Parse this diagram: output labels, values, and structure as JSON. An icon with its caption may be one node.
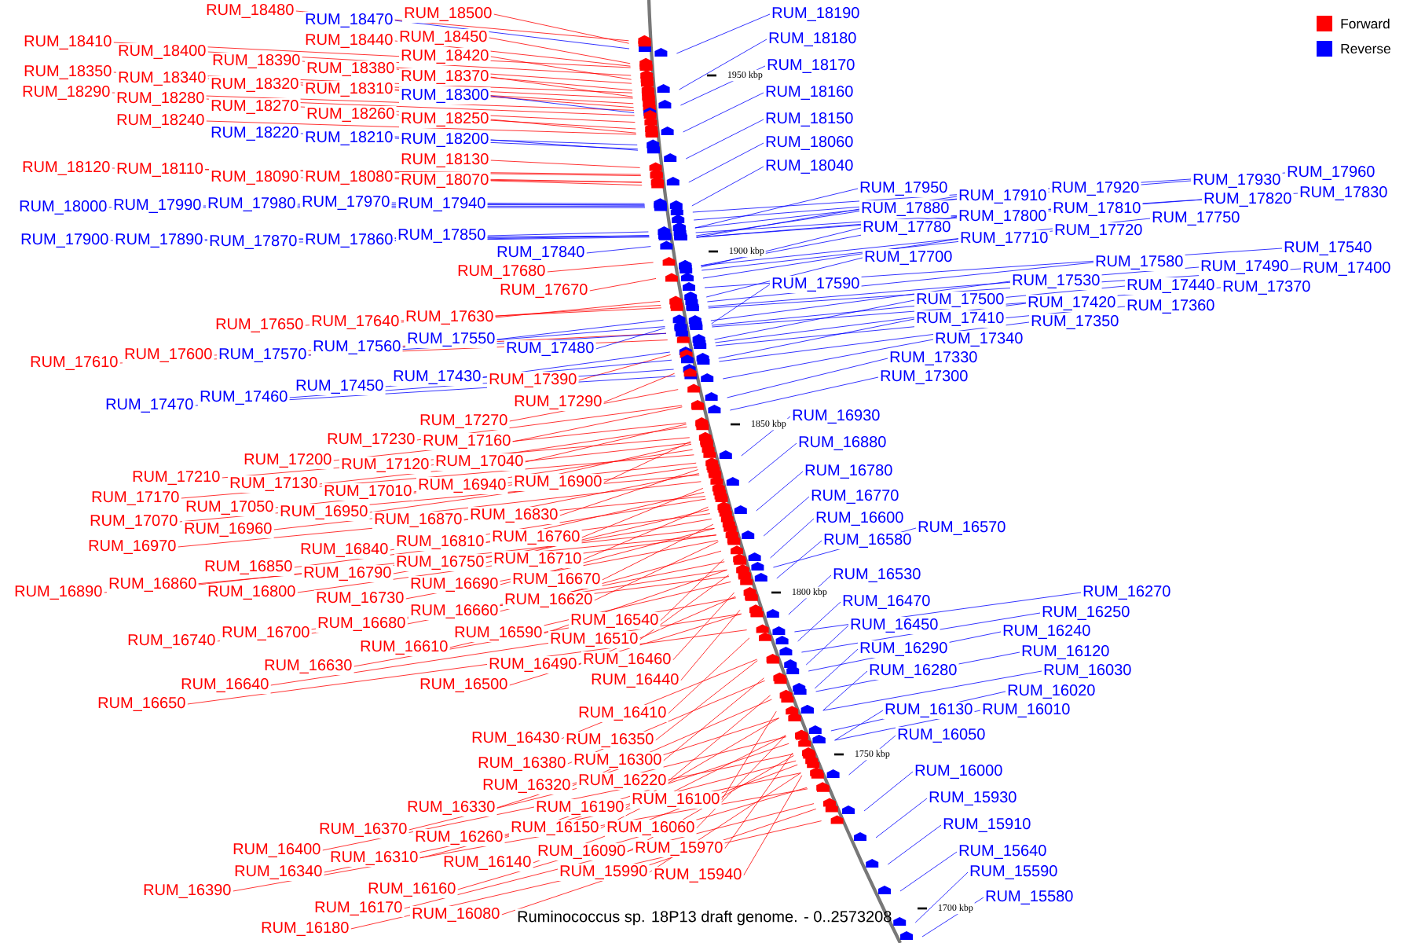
{
  "diagram": {
    "caption": "Ruminococcus sp. 18P13 draft genome. - 0..2573208",
    "nodes": [
      {
        "text": [
          "RUM_18480"
        ]
      },
      {
        "text": [
          "RUM_18470"
        ]
      },
      {
        "text": [
          "RUM_18500"
        ]
      },
      {
        "text": [
          "RUM_18410"
        ]
      },
      {
        "text": [
          "RUM_18400"
        ]
      },
      {
        "text": [
          "RUM_18440"
        ]
      },
      {
        "text": [
          "RUM_18450"
        ]
      },
      {
        "text": [
          "RUM_18390"
        ]
      },
      {
        "text": [
          "RUM_18420"
        ]
      },
      {
        "text": [
          "RUM_18350"
        ]
      },
      {
        "text": [
          "RUM_18340"
        ]
      },
      {
        "text": [
          "RUM_18380"
        ]
      },
      {
        "text": [
          "RUM_18370"
        ]
      },
      {
        "text": [
          "RUM_18290"
        ]
      },
      {
        "text": [
          "RUM_18320"
        ]
      },
      {
        "text": [
          "RUM_18310"
        ]
      },
      {
        "text": [
          "RUM_18300"
        ]
      },
      {
        "text": [
          "RUM_18280"
        ]
      },
      {
        "text": [
          "RUM_18270"
        ]
      },
      {
        "text": [
          "RUM_18260"
        ]
      },
      {
        "text": [
          "RUM_18240"
        ]
      },
      {
        "text": [
          "RUM_18250"
        ]
      },
      {
        "text": [
          "RUM_18220"
        ]
      },
      {
        "text": [
          "RUM_18210"
        ]
      },
      {
        "text": [
          "RUM_18200"
        ]
      },
      {
        "text": [
          "RUM_18130"
        ]
      },
      {
        "text": [
          "RUM_18120"
        ]
      },
      {
        "text": [
          "RUM_18110"
        ]
      },
      {
        "text": [
          "RUM_18090"
        ]
      },
      {
        "text": [
          "RUM_18080"
        ]
      },
      {
        "text": [
          "RUM_18070"
        ]
      },
      {
        "text": [
          "RUM_18000"
        ]
      },
      {
        "text": [
          "RUM_17990"
        ]
      },
      {
        "text": [
          "RUM_17980"
        ]
      },
      {
        "text": [
          "RUM_17970"
        ]
      },
      {
        "text": [
          "RUM_17940"
        ]
      },
      {
        "text": [
          "RUM_17900"
        ]
      },
      {
        "text": [
          "RUM_17890"
        ]
      },
      {
        "text": [
          "RUM_17870"
        ]
      },
      {
        "text": [
          "RUM_17860"
        ]
      },
      {
        "text": [
          "RUM_17850"
        ]
      },
      {
        "text": [
          "RUM_17840"
        ]
      },
      {
        "text": [
          "RUM_17680"
        ]
      },
      {
        "text": [
          "RUM_17670"
        ]
      },
      {
        "text": [
          "RUM_17630"
        ]
      },
      {
        "text": [
          "RUM_17650"
        ]
      },
      {
        "text": [
          "RUM_17640"
        ]
      },
      {
        "text": [
          "RUM_17550"
        ]
      },
      {
        "text": [
          "RUM_17610"
        ]
      },
      {
        "text": [
          "RUM_17600"
        ]
      },
      {
        "text": [
          "RUM_17570"
        ]
      },
      {
        "text": [
          "RUM_17560"
        ]
      },
      {
        "text": [
          "RUM_17480"
        ]
      },
      {
        "text": [
          "RUM_17430"
        ]
      },
      {
        "text": [
          "RUM_17390"
        ]
      },
      {
        "text": [
          "RUM_17450"
        ]
      },
      {
        "text": [
          "RUM_17470"
        ]
      },
      {
        "text": [
          "RUM_17460"
        ]
      },
      {
        "text": [
          "RUM_17290"
        ]
      },
      {
        "text": [
          "RUM_17270"
        ]
      },
      {
        "text": [
          "RUM_17230"
        ]
      },
      {
        "text": [
          "RUM_17160"
        ]
      },
      {
        "text": [
          "RUM_17200"
        ]
      },
      {
        "text": [
          "RUM_17120"
        ]
      },
      {
        "text": [
          "RUM_17040"
        ]
      },
      {
        "text": [
          "RUM_17210"
        ]
      },
      {
        "text": [
          "RUM_17130"
        ]
      },
      {
        "text": [
          "RUM_17010"
        ]
      },
      {
        "text": [
          "RUM_16940"
        ]
      },
      {
        "text": [
          "RUM_16900"
        ]
      },
      {
        "text": [
          "RUM_17170"
        ]
      },
      {
        "text": [
          "RUM_17050"
        ]
      },
      {
        "text": [
          "RUM_16950"
        ]
      },
      {
        "text": [
          "RUM_16870"
        ]
      },
      {
        "text": [
          "RUM_16830"
        ]
      },
      {
        "text": [
          "RUM_17070"
        ]
      },
      {
        "text": [
          "RUM_16960"
        ]
      },
      {
        "text": [
          "RUM_16970"
        ]
      },
      {
        "text": [
          "RUM_16840"
        ]
      },
      {
        "text": [
          "RUM_16810"
        ]
      },
      {
        "text": [
          "RUM_16760"
        ]
      },
      {
        "text": [
          "RUM_16850"
        ]
      },
      {
        "text": [
          "RUM_16790"
        ]
      },
      {
        "text": [
          "RUM_16750"
        ]
      },
      {
        "text": [
          "RUM_16710"
        ]
      },
      {
        "text": [
          "RUM_16890"
        ]
      },
      {
        "text": [
          "RUM_16860"
        ]
      },
      {
        "text": [
          "RUM_16800"
        ]
      },
      {
        "text": [
          "RUM_16730"
        ]
      },
      {
        "text": [
          "RUM_16690"
        ]
      },
      {
        "text": [
          "RUM_16670"
        ]
      },
      {
        "text": [
          "RUM_16620"
        ]
      },
      {
        "text": [
          "RUM_16660"
        ]
      },
      {
        "text": [
          "RUM_16540"
        ]
      },
      {
        "text": [
          "RUM_16680"
        ]
      },
      {
        "text": [
          "RUM_16700"
        ]
      },
      {
        "text": [
          "RUM_16590"
        ]
      },
      {
        "text": [
          "RUM_16740"
        ]
      },
      {
        "text": [
          "RUM_16510"
        ]
      },
      {
        "text": [
          "RUM_16610"
        ]
      },
      {
        "text": [
          "RUM_16460"
        ]
      },
      {
        "text": [
          "RUM_16490"
        ]
      },
      {
        "text": [
          "RUM_16630"
        ]
      },
      {
        "text": [
          "RUM_16440"
        ]
      },
      {
        "text": [
          "RUM_16640"
        ]
      },
      {
        "text": [
          "RUM_16500"
        ]
      },
      {
        "text": [
          "RUM_16650"
        ]
      },
      {
        "text": [
          "RUM_16410"
        ]
      },
      {
        "text": [
          "RUM_16430"
        ]
      },
      {
        "text": [
          "RUM_16350"
        ]
      },
      {
        "text": [
          "RUM_16300"
        ]
      },
      {
        "text": [
          "RUM_16380"
        ]
      },
      {
        "text": [
          "RUM_16220"
        ]
      },
      {
        "text": [
          "RUM_16320"
        ]
      },
      {
        "text": [
          "RUM_16100"
        ]
      },
      {
        "text": [
          "RUM_16330"
        ]
      },
      {
        "text": [
          "RUM_16190"
        ]
      },
      {
        "text": [
          "RUM_16370"
        ]
      },
      {
        "text": [
          "RUM_16150"
        ]
      },
      {
        "text": [
          "RUM_16060"
        ]
      },
      {
        "text": [
          "RUM_16260"
        ]
      },
      {
        "text": [
          "RUM_15970"
        ]
      },
      {
        "text": [
          "RUM_16400"
        ]
      },
      {
        "text": [
          "RUM_16090"
        ]
      },
      {
        "text": [
          "RUM_16310"
        ]
      },
      {
        "text": [
          "RUM_16140"
        ]
      },
      {
        "text": [
          "RUM_16340"
        ]
      },
      {
        "text": [
          "RUM_15990"
        ]
      },
      {
        "text": [
          "RUM_15940"
        ]
      },
      {
        "text": [
          "RUM_16160"
        ]
      },
      {
        "text": [
          "RUM_16390"
        ]
      },
      {
        "text": [
          "RUM_16170"
        ]
      },
      {
        "text": [
          "RUM_16080"
        ]
      },
      {
        "text": [
          "RUM_16180"
        ]
      },
      {
        "text": [
          "RUM_18190"
        ]
      },
      {
        "text": [
          "RUM_18180"
        ]
      },
      {
        "text": [
          "RUM_18170"
        ]
      },
      {
        "text": [
          "RUM_18160"
        ]
      },
      {
        "text": [
          "RUM_18150"
        ]
      },
      {
        "text": [
          "RUM_18060"
        ]
      },
      {
        "text": [
          "RUM_18040"
        ]
      },
      {
        "text": [
          "RUM_17960"
        ]
      },
      {
        "text": [
          "RUM_17930"
        ]
      },
      {
        "text": [
          "RUM_17950"
        ]
      },
      {
        "text": [
          "RUM_17920"
        ]
      },
      {
        "text": [
          "RUM_17830"
        ]
      },
      {
        "text": [
          "RUM_17910"
        ]
      },
      {
        "text": [
          "RUM_17820"
        ]
      },
      {
        "text": [
          "RUM_17880"
        ]
      },
      {
        "text": [
          "RUM_17810"
        ]
      },
      {
        "text": [
          "RUM_17800"
        ]
      },
      {
        "text": [
          "RUM_17750"
        ]
      },
      {
        "text": [
          "RUM_17780"
        ]
      },
      {
        "text": [
          "RUM_17720"
        ]
      },
      {
        "text": [
          "RUM_17710"
        ]
      },
      {
        "text": [
          "RUM_17540"
        ]
      },
      {
        "text": [
          "RUM_17700"
        ]
      },
      {
        "text": [
          "RUM_17580"
        ]
      },
      {
        "text": [
          "RUM_17490"
        ]
      },
      {
        "text": [
          "RUM_17400"
        ]
      },
      {
        "text": [
          "RUM_17530"
        ]
      },
      {
        "text": [
          "RUM_17590"
        ]
      },
      {
        "text": [
          "RUM_17440"
        ]
      },
      {
        "text": [
          "RUM_17370"
        ]
      },
      {
        "text": [
          "RUM_17500"
        ]
      },
      {
        "text": [
          "RUM_17420"
        ]
      },
      {
        "text": [
          "RUM_17360"
        ]
      },
      {
        "text": [
          "RUM_17410"
        ]
      },
      {
        "text": [
          "RUM_17350"
        ]
      },
      {
        "text": [
          "RUM_17340"
        ]
      },
      {
        "text": [
          "RUM_17330"
        ]
      },
      {
        "text": [
          "RUM_17300"
        ]
      },
      {
        "text": [
          "RUM_16930"
        ]
      },
      {
        "text": [
          "RUM_16880"
        ]
      },
      {
        "text": [
          "RUM_16780"
        ]
      },
      {
        "text": [
          "RUM_16770"
        ]
      },
      {
        "text": [
          "RUM_16600"
        ]
      },
      {
        "text": [
          "RUM_16570"
        ]
      },
      {
        "text": [
          "RUM_16580"
        ]
      },
      {
        "text": [
          "RUM_16530"
        ]
      },
      {
        "text": [
          "RUM_16270"
        ]
      },
      {
        "text": [
          "RUM_16470"
        ]
      },
      {
        "text": [
          "RUM_16250"
        ]
      },
      {
        "text": [
          "RUM_16450"
        ]
      },
      {
        "text": [
          "RUM_16240"
        ]
      },
      {
        "text": [
          "RUM_16290"
        ]
      },
      {
        "text": [
          "RUM_16120"
        ]
      },
      {
        "text": [
          "RUM_16280"
        ]
      },
      {
        "text": [
          "RUM_16030"
        ]
      },
      {
        "text": [
          "RUM_16020"
        ]
      },
      {
        "text": [
          "RUM_16130"
        ]
      },
      {
        "text": [
          "RUM_16010"
        ]
      },
      {
        "text": [
          "RUM_16050"
        ]
      },
      {
        "text": [
          "RUM_16000"
        ]
      },
      {
        "text": [
          "RUM_15930"
        ]
      },
      {
        "text": [
          "RUM_15910"
        ]
      },
      {
        "text": [
          "RUM_15640"
        ]
      },
      {
        "text": [
          "RUM_15590"
        ]
      },
      {
        "text": [
          "RUM_15580"
        ]
      }
    ],
    "edges": [
      {
        "from": 0,
        "to": null,
        "arrow": "none"
      },
      {
        "from": 1,
        "to": null,
        "arrow": "none",
        "color": "#0000ff"
      },
      {
        "from": 2,
        "to": null,
        "arrow": "none"
      },
      {
        "from": 3,
        "to": null,
        "arrow": "none"
      },
      {
        "from": 4,
        "to": null,
        "arrow": "none"
      },
      {
        "from": 5,
        "to": null,
        "arrow": "none"
      },
      {
        "from": 6,
        "to": null,
        "arrow": "none"
      },
      {
        "from": 7,
        "to": null,
        "arrow": "none"
      },
      {
        "from": 8,
        "to": null,
        "arrow": "none"
      },
      {
        "from": 9,
        "to": null,
        "arrow": "none"
      },
      {
        "from": 10,
        "to": null,
        "arrow": "none"
      },
      {
        "from": 11,
        "to": null,
        "arrow": "none"
      },
      {
        "from": 12,
        "to": null,
        "arrow": "none"
      },
      {
        "from": 13,
        "to": null,
        "arrow": "none"
      },
      {
        "from": 14,
        "to": null,
        "arrow": "none"
      },
      {
        "from": 15,
        "to": null,
        "arrow": "none"
      },
      {
        "from": 16,
        "to": null,
        "arrow": "none",
        "color": "#0000ff"
      },
      {
        "from": 17,
        "to": null,
        "arrow": "none"
      },
      {
        "from": 18,
        "to": null,
        "arrow": "none"
      },
      {
        "from": 19,
        "to": null,
        "arrow": "none"
      },
      {
        "from": 20,
        "to": null,
        "arrow": "none"
      },
      {
        "from": 21,
        "to": null,
        "arrow": "none"
      },
      {
        "from": 22,
        "to": null,
        "arrow": "none",
        "color": "#0000ff"
      },
      {
        "from": 23,
        "to": null,
        "arrow": "none",
        "color": "#0000ff"
      },
      {
        "from": 24,
        "to": null,
        "arrow": "none",
        "color": "#0000ff"
      },
      {
        "from": 25,
        "to": null,
        "arrow": "none"
      },
      {
        "from": 26,
        "to": null,
        "arrow": "none"
      },
      {
        "from": 27,
        "to": null,
        "arrow": "none"
      },
      {
        "from": 28,
        "to": null,
        "arrow": "none"
      },
      {
        "from": 29,
        "to": null,
        "arrow": "none"
      },
      {
        "from": 30,
        "to": null,
        "arrow": "none"
      },
      {
        "from": 31,
        "to": null,
        "arrow": "none",
        "color": "#0000ff"
      },
      {
        "from": 32,
        "to": null,
        "arrow": "none",
        "color": "#0000ff"
      },
      {
        "from": 33,
        "to": null,
        "arrow": "none",
        "color": "#0000ff"
      },
      {
        "from": 34,
        "to": null,
        "arrow": "none",
        "color": "#0000ff"
      },
      {
        "from": 35,
        "to": null,
        "arrow": "none",
        "color": "#0000ff"
      },
      {
        "from": 36,
        "to": null,
        "arrow": "none",
        "color": "#0000ff"
      },
      {
        "from": 37,
        "to": null,
        "arrow": "none",
        "color": "#0000ff"
      },
      {
        "from": 38,
        "to": null,
        "arrow": "none",
        "color": "#0000ff"
      },
      {
        "from": 39,
        "to": null,
        "arrow": "none",
        "color": "#0000ff"
      },
      {
        "from": 40,
        "to": null,
        "arrow": "none",
        "color": "#0000ff"
      },
      {
        "from": 41,
        "to": null,
        "arrow": "none",
        "color": "#0000ff"
      },
      {
        "from": 42,
        "to": null,
        "arrow": "none"
      },
      {
        "from": 43,
        "to": null,
        "arrow": "none"
      },
      {
        "from": 44,
        "to": null,
        "arrow": "none"
      },
      {
        "from": 45,
        "to": null,
        "arrow": "none"
      },
      {
        "from": 46,
        "to": null,
        "arrow": "none"
      },
      {
        "from": 47,
        "to": null,
        "arrow": "none",
        "color": "#0000ff"
      },
      {
        "from": 48,
        "to": null,
        "arrow": "none"
      },
      {
        "from": 49,
        "to": null,
        "arrow": "none"
      },
      {
        "from": 50,
        "to": null,
        "arrow": "none",
        "color": "#0000ff"
      },
      {
        "from": 51,
        "to": null,
        "arrow": "none",
        "color": "#0000ff"
      },
      {
        "from": 52,
        "to": null,
        "arrow": "none",
        "color": "#0000ff"
      },
      {
        "from": 53,
        "to": null,
        "arrow": "none",
        "color": "#0000ff"
      },
      {
        "from": 54,
        "to": null,
        "arrow": "none"
      },
      {
        "from": 55,
        "to": null,
        "arrow": "none",
        "color": "#0000ff"
      },
      {
        "from": 56,
        "to": null,
        "arrow": "none",
        "color": "#0000ff"
      },
      {
        "from": 57,
        "to": null,
        "arrow": "none",
        "color": "#0000ff"
      },
      {
        "from": 58,
        "to": null,
        "arrow": "none"
      },
      {
        "from": 59,
        "to": null,
        "arrow": "none"
      },
      {
        "from": 60,
        "to": null,
        "arrow": "none"
      },
      {
        "from": 61,
        "to": null,
        "arrow": "none"
      },
      {
        "from": 62,
        "to": null,
        "arrow": "none"
      },
      {
        "from": 63,
        "to": null,
        "arrow": "none"
      },
      {
        "from": 64,
        "to": null,
        "arrow": "none"
      },
      {
        "from": 65,
        "to": null,
        "arrow": "none"
      },
      {
        "from": 66,
        "to": null,
        "arrow": "none"
      },
      {
        "from": 67,
        "to": null,
        "arrow": "none"
      },
      {
        "from": 68,
        "to": null,
        "arrow": "none"
      },
      {
        "from": 69,
        "to": null,
        "arrow": "none"
      },
      {
        "from": 70,
        "to": null,
        "arrow": "none"
      },
      {
        "from": 71,
        "to": null,
        "arrow": "none"
      },
      {
        "from": 72,
        "to": null,
        "arrow": "none"
      },
      {
        "from": 73,
        "to": null,
        "arrow": "none"
      },
      {
        "from": 74,
        "to": null,
        "arrow": "none"
      },
      {
        "from": 75,
        "to": null,
        "arrow": "none"
      },
      {
        "from": 76,
        "to": null,
        "arrow": "none"
      },
      {
        "from": 77,
        "to": null,
        "arrow": "none"
      },
      {
        "from": 78,
        "to": null,
        "arrow": "none"
      },
      {
        "from": 79,
        "to": null,
        "arrow": "none"
      },
      {
        "from": 80,
        "to": null,
        "arrow": "none"
      },
      {
        "from": 81,
        "to": null,
        "arrow": "none"
      },
      {
        "from": 82,
        "to": null,
        "arrow": "none"
      },
      {
        "from": 83,
        "to": null,
        "arrow": "none"
      },
      {
        "from": 84,
        "to": null,
        "arrow": "none"
      },
      {
        "from": 85,
        "to": null,
        "arrow": "none"
      },
      {
        "from": 86,
        "to": null,
        "arrow": "none"
      },
      {
        "from": 87,
        "to": null,
        "arrow": "none"
      },
      {
        "from": 88,
        "to": null,
        "arrow": "none"
      },
      {
        "from": 89,
        "to": null,
        "arrow": "none"
      },
      {
        "from": 90,
        "to": null,
        "arrow": "none"
      },
      {
        "from": 91,
        "to": null,
        "arrow": "none"
      },
      {
        "from": 92,
        "to": null,
        "arrow": "none"
      },
      {
        "from": 93,
        "to": null,
        "arrow": "none"
      },
      {
        "from": 94,
        "to": null,
        "arrow": "none"
      },
      {
        "from": 95,
        "to": null,
        "arrow": "none"
      },
      {
        "from": 96,
        "to": null,
        "arrow": "none"
      },
      {
        "from": 97,
        "to": null,
        "arrow": "none"
      },
      {
        "from": 98,
        "to": null,
        "arrow": "none"
      },
      {
        "from": 99,
        "to": null,
        "arrow": "none"
      },
      {
        "from": 100,
        "to": null,
        "arrow": "none"
      },
      {
        "from": 101,
        "to": null,
        "arrow": "none"
      },
      {
        "from": 102,
        "to": null,
        "arrow": "none"
      },
      {
        "from": 103,
        "to": null,
        "arrow": "none"
      },
      {
        "from": 104,
        "to": null,
        "arrow": "none"
      },
      {
        "from": 105,
        "to": null,
        "arrow": "none"
      },
      {
        "from": 106,
        "to": null,
        "arrow": "none"
      },
      {
        "from": 107,
        "to": null,
        "arrow": "none"
      },
      {
        "from": 108,
        "to": null,
        "arrow": "none"
      },
      {
        "from": 109,
        "to": null,
        "arrow": "none"
      },
      {
        "from": 110,
        "to": null,
        "arrow": "none"
      },
      {
        "from": 111,
        "to": null,
        "arrow": "none"
      },
      {
        "from": 112,
        "to": null,
        "arrow": "none"
      },
      {
        "from": 113,
        "to": null,
        "arrow": "none"
      },
      {
        "from": 114,
        "to": null,
        "arrow": "none"
      },
      {
        "from": 115,
        "to": null,
        "arrow": "none"
      },
      {
        "from": 116,
        "to": null,
        "arrow": "none"
      },
      {
        "from": 117,
        "to": null,
        "arrow": "none"
      },
      {
        "from": 118,
        "to": null,
        "arrow": "none"
      },
      {
        "from": 119,
        "to": null,
        "arrow": "none"
      },
      {
        "from": 120,
        "to": null,
        "arrow": "none"
      },
      {
        "from": 121,
        "to": null,
        "arrow": "none"
      },
      {
        "from": 122,
        "to": null,
        "arrow": "none"
      },
      {
        "from": 123,
        "to": null,
        "arrow": "none"
      },
      {
        "from": 124,
        "to": null,
        "arrow": "none"
      },
      {
        "from": 125,
        "to": null,
        "arrow": "none"
      },
      {
        "from": 126,
        "to": null,
        "arrow": "none"
      },
      {
        "from": 127,
        "to": null,
        "arrow": "none"
      },
      {
        "from": 128,
        "to": null,
        "arrow": "none"
      },
      {
        "from": 129,
        "to": null,
        "arrow": "none"
      },
      {
        "from": 130,
        "to": null,
        "arrow": "none"
      },
      {
        "from": 131,
        "to": null,
        "arrow": "none"
      },
      {
        "from": 132,
        "to": null,
        "arrow": "none"
      },
      {
        "from": 133,
        "to": null,
        "arrow": "none"
      },
      {
        "from": 134,
        "to": null,
        "arrow": "none",
        "color": "#0000ff"
      },
      {
        "from": 135,
        "to": null,
        "arrow": "none",
        "color": "#0000ff"
      },
      {
        "from": 136,
        "to": null,
        "arrow": "none",
        "color": "#0000ff"
      },
      {
        "from": 137,
        "to": null,
        "arrow": "none",
        "color": "#0000ff"
      },
      {
        "from": 138,
        "to": null,
        "arrow": "none",
        "color": "#0000ff"
      },
      {
        "from": 139,
        "to": null,
        "arrow": "none",
        "color": "#0000ff"
      },
      {
        "from": 140,
        "to": null,
        "arrow": "none",
        "color": "#0000ff"
      },
      {
        "from": 141,
        "to": null,
        "arrow": "none",
        "color": "#0000ff"
      },
      {
        "from": 142,
        "to": null,
        "arrow": "none",
        "color": "#0000ff"
      },
      {
        "from": 143,
        "to": null,
        "arrow": "none",
        "color": "#0000ff"
      },
      {
        "from": 144,
        "to": null,
        "arrow": "none",
        "color": "#0000ff"
      },
      {
        "from": 145,
        "to": null,
        "arrow": "none",
        "color": "#0000ff"
      },
      {
        "from": 146,
        "to": null,
        "arrow": "none",
        "color": "#0000ff"
      },
      {
        "from": 147,
        "to": null,
        "arrow": "none",
        "color": "#0000ff"
      },
      {
        "from": 148,
        "to": null,
        "arrow": "none",
        "color": "#0000ff"
      },
      {
        "from": 149,
        "to": null,
        "arrow": "none",
        "color": "#0000ff"
      },
      {
        "from": 150,
        "to": null,
        "arrow": "none",
        "color": "#0000ff"
      },
      {
        "from": 151,
        "to": null,
        "arrow": "none",
        "color": "#0000ff"
      },
      {
        "from": 152,
        "to": null,
        "arrow": "none",
        "color": "#0000ff"
      },
      {
        "from": 153,
        "to": null,
        "arrow": "none",
        "color": "#0000ff"
      },
      {
        "from": 154,
        "to": null,
        "arrow": "none",
        "color": "#0000ff"
      },
      {
        "from": 155,
        "to": null,
        "arrow": "none",
        "color": "#0000ff"
      },
      {
        "from": 156,
        "to": null,
        "arrow": "none",
        "color": "#0000ff"
      },
      {
        "from": 157,
        "to": null,
        "arrow": "none",
        "color": "#0000ff"
      },
      {
        "from": 158,
        "to": null,
        "arrow": "none",
        "color": "#0000ff"
      },
      {
        "from": 159,
        "to": null,
        "arrow": "none",
        "color": "#0000ff"
      },
      {
        "from": 160,
        "to": null,
        "arrow": "none",
        "color": "#0000ff"
      },
      {
        "from": 161,
        "to": null,
        "arrow": "none",
        "color": "#0000ff"
      },
      {
        "from": 162,
        "to": null,
        "arrow": "none",
        "color": "#0000ff"
      },
      {
        "from": 163,
        "to": null,
        "arrow": "none",
        "color": "#0000ff"
      },
      {
        "from": 164,
        "to": null,
        "arrow": "none",
        "color": "#0000ff"
      },
      {
        "from": 165,
        "to": null,
        "arrow": "none",
        "color": "#0000ff"
      },
      {
        "from": 166,
        "to": null,
        "arrow": "none",
        "color": "#0000ff"
      },
      {
        "from": 167,
        "to": null,
        "arrow": "none",
        "color": "#0000ff"
      },
      {
        "from": 168,
        "to": null,
        "arrow": "none",
        "color": "#0000ff"
      },
      {
        "from": 169,
        "to": null,
        "arrow": "none",
        "color": "#0000ff"
      },
      {
        "from": 170,
        "to": null,
        "arrow": "none",
        "color": "#0000ff"
      },
      {
        "from": 171,
        "to": null,
        "arrow": "none",
        "color": "#0000ff"
      },
      {
        "from": 172,
        "to": null,
        "arrow": "none",
        "color": "#0000ff"
      },
      {
        "from": 173,
        "to": null,
        "arrow": "none",
        "color": "#0000ff"
      },
      {
        "from": 174,
        "to": null,
        "arrow": "none",
        "color": "#0000ff"
      },
      {
        "from": 175,
        "to": null,
        "arrow": "none",
        "color": "#0000ff"
      },
      {
        "from": 176,
        "to": null,
        "arrow": "none",
        "color": "#0000ff"
      },
      {
        "from": 177,
        "to": null,
        "arrow": "none",
        "color": "#0000ff"
      },
      {
        "from": 178,
        "to": null,
        "arrow": "none",
        "color": "#0000ff"
      },
      {
        "from": 179,
        "to": null,
        "arrow": "none",
        "color": "#0000ff"
      },
      {
        "from": 180,
        "to": null,
        "arrow": "none",
        "color": "#0000ff"
      },
      {
        "from": 181,
        "to": null,
        "arrow": "none",
        "color": "#0000ff"
      },
      {
        "from": 182,
        "to": null,
        "arrow": "none",
        "color": "#0000ff"
      },
      {
        "from": 183,
        "to": null,
        "arrow": "none",
        "color": "#0000ff"
      },
      {
        "from": 184,
        "to": null,
        "arrow": "none",
        "color": "#0000ff"
      },
      {
        "from": 185,
        "to": null,
        "arrow": "none",
        "color": "#0000ff"
      },
      {
        "from": 186,
        "to": null,
        "arrow": "none",
        "color": "#0000ff"
      },
      {
        "from": 187,
        "to": null,
        "arrow": "none",
        "color": "#0000ff"
      },
      {
        "from": 188,
        "to": null,
        "arrow": "none",
        "color": "#0000ff"
      },
      {
        "from": 189,
        "to": null,
        "arrow": "none",
        "color": "#0000ff"
      },
      {
        "from": 190,
        "to": null,
        "arrow": "none",
        "color": "#0000ff"
      },
      {
        "from": 191,
        "to": null,
        "arrow": "none",
        "color": "#0000ff"
      },
      {
        "from": 192,
        "to": null,
        "arrow": "none",
        "color": "#0000ff"
      },
      {
        "from": 193,
        "to": null,
        "arrow": "none",
        "color": "#0000ff"
      },
      {
        "from": 194,
        "to": null,
        "arrow": "none",
        "color": "#0000ff"
      },
      {
        "from": 195,
        "to": null,
        "arrow": "none",
        "color": "#0000ff"
      },
      {
        "from": 196,
        "to": null,
        "arrow": "none",
        "color": "#0000ff"
      },
      {
        "from": 197,
        "to": null,
        "arrow": "none",
        "color": "#0000ff"
      },
      {
        "from": 198,
        "to": null,
        "arrow": "none",
        "color": "#0000ff"
      }
    ],
    "labels": [
      "1950 kbp",
      "1900 kbp",
      "1850 kbp",
      "1800 kbp",
      "1750 kbp",
      "1700 kbp"
    ],
    "legend": [
      {
        "text": "Forward",
        "color": "#ff0000"
      },
      {
        "text": "Reverse",
        "color": "#0000ff"
      }
    ]
  }
}
